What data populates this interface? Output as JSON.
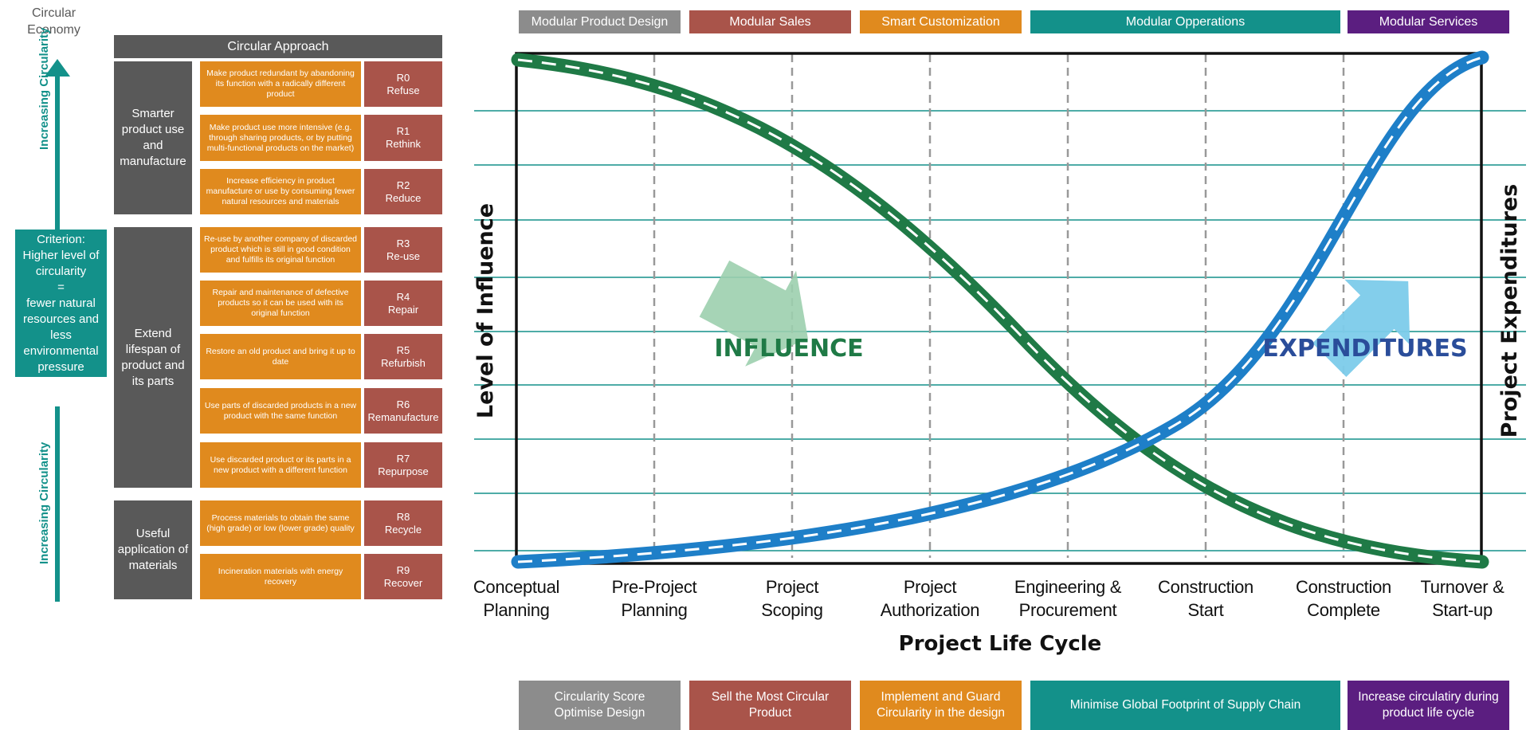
{
  "circular_economy_title": "Circular\nEconomy",
  "approach_header": "Circular Approach",
  "groups": [
    {
      "label": "Smarter product use and manufacture"
    },
    {
      "label": "Extend lifespan of product and its parts"
    },
    {
      "label": "Useful application of materials"
    }
  ],
  "strategies": [
    {
      "code": "R0",
      "name": "Refuse",
      "description": "Make product redundant by abandoning its function with a radically different product"
    },
    {
      "code": "R1",
      "name": "Rethink",
      "description": "Make product use more intensive (e.g. through sharing products, or by putting multi-functional products on the market)"
    },
    {
      "code": "R2",
      "name": "Reduce",
      "description": "Increase efficiency in product manufacture or use by consuming fewer natural resources and materials"
    },
    {
      "code": "R3",
      "name": "Re-use",
      "description": "Re-use by another company of discarded product which is still in good condition and fulfills its original function"
    },
    {
      "code": "R4",
      "name": "Repair",
      "description": "Repair and maintenance  of defective products so it can be used with its original function"
    },
    {
      "code": "R5",
      "name": "Refurbish",
      "description": "Restore an old product and bring it up to date"
    },
    {
      "code": "R6",
      "name": "Remanufacture",
      "description": "Use parts of discarded products in a new product with the same function"
    },
    {
      "code": "R7",
      "name": "Repurpose",
      "description": "Use discarded product or its parts in a new product with a different function"
    },
    {
      "code": "R8",
      "name": "Recycle",
      "description": "Process materials to obtain the same (high grade) or low (lower grade) quality"
    },
    {
      "code": "R9",
      "name": "Recover",
      "description": "Incineration materials with energy recovery"
    }
  ],
  "criterion_text": "Criterion:\nHigher level of circularity\n=\nfewer natural resources and less environmental pressure",
  "increasing_label": "Increasing Circularity",
  "top_modules": [
    {
      "label": "Modular Product Design",
      "color": "#8C8C8C"
    },
    {
      "label": "Modular Sales",
      "color": "#A9544A"
    },
    {
      "label": "Smart Customization",
      "color": "#E08A1E"
    },
    {
      "label": "Modular Opperations",
      "color": "#13918A"
    },
    {
      "label": "Modular Services",
      "color": "#5B1E80"
    }
  ],
  "bottom_goals": [
    {
      "label": "Circularity Score\nOptimise Design",
      "color": "#8C8C8C"
    },
    {
      "label": "Sell the Most Circular\nProduct",
      "color": "#A9544A"
    },
    {
      "label": "Implement and Guard\nCircularity in the design",
      "color": "#E08A1E"
    },
    {
      "label": "Minimise Global Footprint of Supply Chain",
      "color": "#13918A"
    },
    {
      "label": "Increase circulatiry during\nproduct life cycle",
      "color": "#5B1E80"
    }
  ],
  "chart_data": {
    "type": "line",
    "title": "",
    "xlabel": "Project Life Cycle",
    "ylabel": "Level of Influence",
    "ylabel_right": "Project Expenditures",
    "categories": [
      "Conceptual\nPlanning",
      "Pre-Project\nPlanning",
      "Project\nScoping",
      "Project\nAuthorization",
      "Engineering &\nProcurement",
      "Construction\nStart",
      "Construction\nComplete",
      "Turnover &\nStart-up"
    ],
    "series": [
      {
        "name": "INFLUENCE",
        "color": "#1F7A46",
        "trend": "decreasing"
      },
      {
        "name": "EXPENDITURES",
        "color": "#1E7FC8",
        "trend": "increasing"
      }
    ],
    "influence_arrow_color": "#9CCFAE",
    "expenditures_arrow_color": "#7CCBEA"
  }
}
